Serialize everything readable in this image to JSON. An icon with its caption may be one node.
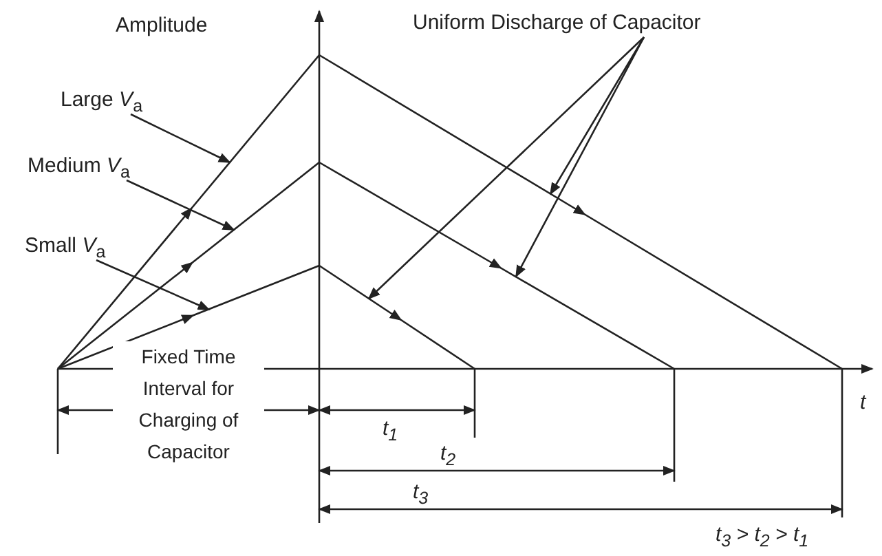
{
  "diagram": {
    "nodes": [
      {
        "text": [
          "Uniform Discharge of Capacitor"
        ]
      },
      {
        "text": [
          "Large *V*$_{a}$"
        ]
      },
      {
        "text": [
          "Medium *V*$_{a}$"
        ]
      },
      {
        "text": [
          "Small *V*$_{a}$"
        ]
      }
    ],
    "edges": [
      {
        "from": 0,
        "to": null,
        "arrow": "to"
      },
      {
        "from": 0,
        "to": null,
        "arrow": "to"
      },
      {
        "from": 0,
        "to": null,
        "arrow": "to"
      },
      {
        "from": 1,
        "to": null,
        "arrow": "to"
      },
      {
        "from": 2,
        "to": null,
        "arrow": "to"
      },
      {
        "from": 3,
        "to": null,
        "arrow": "to"
      }
    ],
    "labels": [
      "Amplitude",
      "t",
      "Fixed Time Interval for Charging of Capacitor",
      "t$_{1}$",
      "t$_{2}$",
      "t$_{3}$",
      "t$_{3}$ > t$_{2}$ > t$_{1}$"
    ]
  }
}
